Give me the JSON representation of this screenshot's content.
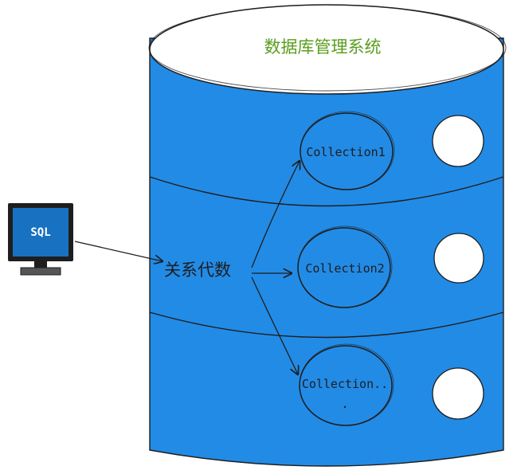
{
  "database": {
    "title": "数据库管理系统",
    "title_color": "#5a9e1e",
    "body_color": "#228be6",
    "stroke_color": "#1e1e1e"
  },
  "client": {
    "label": "SQL",
    "screen_color": "#1971c2"
  },
  "relational_algebra": {
    "label": "关系代数"
  },
  "collections": [
    {
      "label": "Collection1"
    },
    {
      "label": "Collection2"
    },
    {
      "label": "Collection.."
    }
  ],
  "ellipsis_mark": "."
}
